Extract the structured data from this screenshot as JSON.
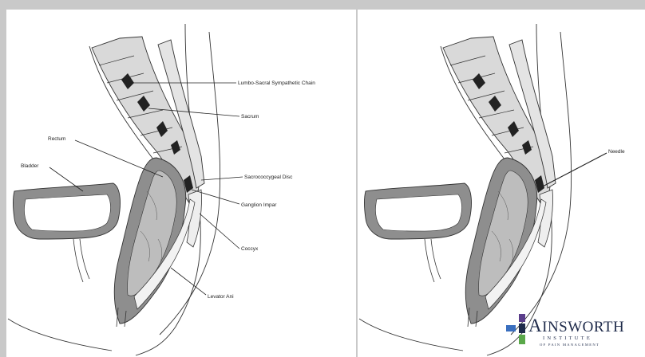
{
  "left_panel": {
    "labels": {
      "chain": "Lumbo-Sacral Sympathetic Chain",
      "sacrum": "Sacrum",
      "rectum": "Rectum",
      "bladder": "Bladder",
      "disc": "Sacrococcygeal Disc",
      "ganglion": "Ganglion Impar",
      "coccyx": "Coccyx",
      "levator": "Levator Ani"
    }
  },
  "right_panel": {
    "labels": {
      "needle": "Needle"
    }
  },
  "logo": {
    "initial": "A",
    "rest": "INSWORTH",
    "line2": "INSTITUTE",
    "line3": "OF PAIN MANAGEMENT",
    "colors": {
      "navy": "#1e2a4a",
      "purple": "#5a3d8a",
      "green": "#5aa84a",
      "blue": "#3a6fbf"
    }
  }
}
